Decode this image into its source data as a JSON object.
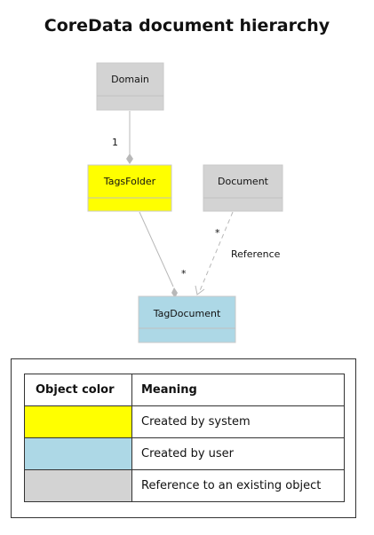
{
  "title": "CoreData document hierarchy",
  "nodes": {
    "domain": {
      "label": "Domain",
      "color": "#d3d3d3"
    },
    "tags_folder": {
      "label": "TagsFolder",
      "color": "#ffff00"
    },
    "document": {
      "label": "Document",
      "color": "#d3d3d3"
    },
    "tag_document": {
      "label": "TagDocument",
      "color": "#add8e6"
    }
  },
  "edges": {
    "domain_tagsfolder": {
      "multiplicity": "1"
    },
    "tagsfolder_tagdocument": {
      "multiplicity": "*"
    },
    "document_tagdocument": {
      "multiplicity": "*",
      "label": "Reference"
    }
  },
  "legend": {
    "headers": [
      "Object color",
      "Meaning"
    ],
    "rows": [
      {
        "color": "#ffff00",
        "meaning": "Created by system"
      },
      {
        "color": "#add8e6",
        "meaning": "Created by user"
      },
      {
        "color": "#d3d3d3",
        "meaning": "Reference to an existing object"
      }
    ]
  }
}
